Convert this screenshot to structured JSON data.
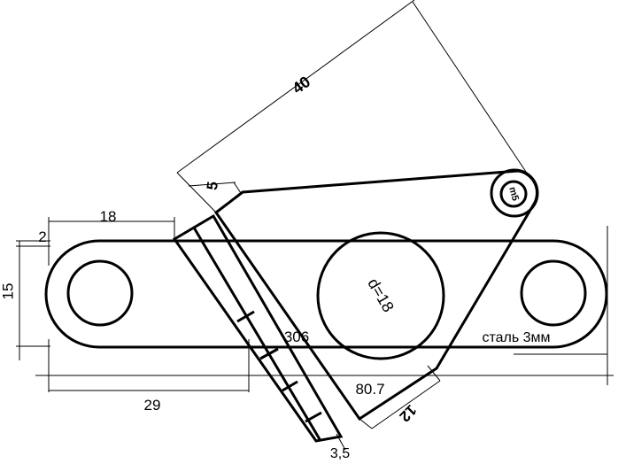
{
  "diagram": {
    "material_note": "сталь 3мм",
    "diameter_label": "d=18",
    "bushing_label": "m5",
    "dimensions": {
      "d_40": "40",
      "d_5": "5",
      "d_18": "18",
      "d_2": "2",
      "d_15": "15",
      "d_29": "29",
      "d_306": "306",
      "d_80_7": "80.7",
      "d_12": "12",
      "d_3_5": "3,5"
    }
  }
}
